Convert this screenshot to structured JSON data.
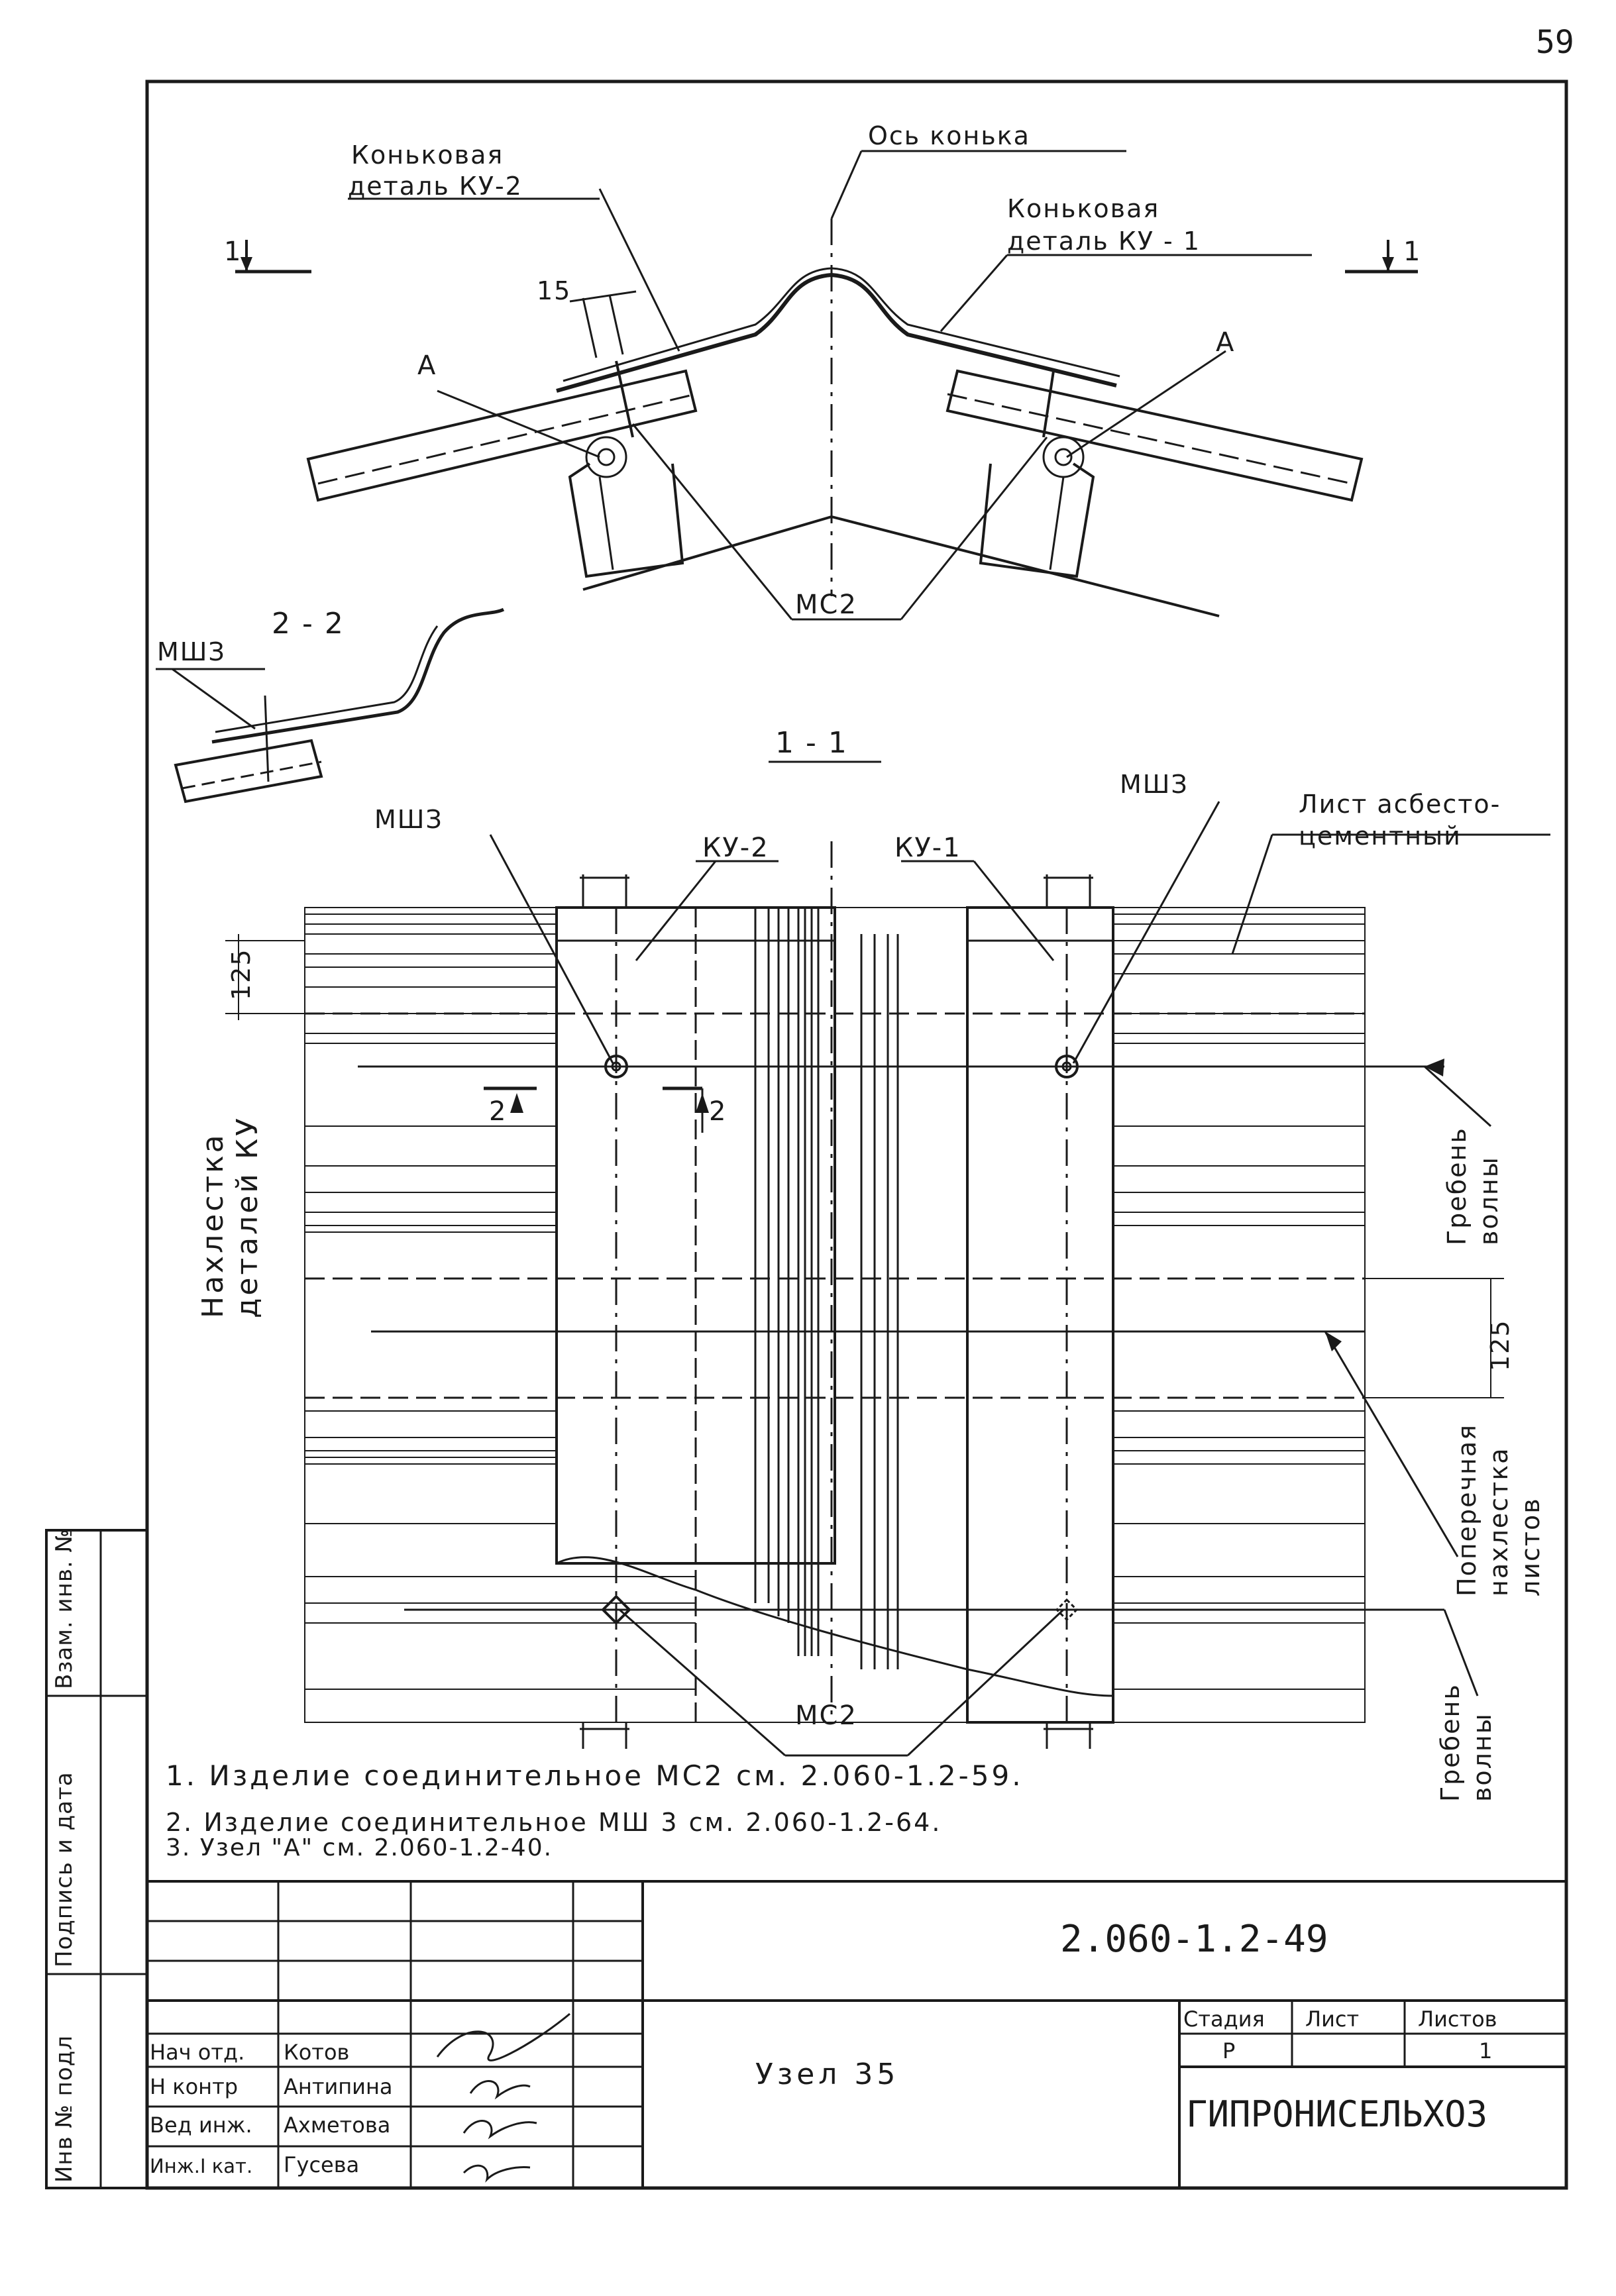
{
  "page_number": "59",
  "top_view": {
    "axis_label": "Ось конька",
    "detail_left": [
      "Коньковая",
      "деталь КУ-2"
    ],
    "detail_right": [
      "Коньковая",
      "деталь КУ - 1"
    ],
    "section_mark_left": "1",
    "section_mark_right": "1",
    "dim_15": "15",
    "node_a_left": "А",
    "node_a_right": "А",
    "ms2_label": "МС2"
  },
  "section_22": {
    "title": "2 - 2",
    "msh3_label": "МШЗ"
  },
  "section_11": {
    "title": "1 - 1",
    "msh3_left": "МШЗ",
    "msh3_right": "МШЗ",
    "ku2": "КУ-2",
    "ku1": "КУ-1",
    "sheet_label": [
      "Лист асбесто-",
      "цементный"
    ],
    "dim_125_top": "125",
    "dim_125_right": "125",
    "overlap_ku": [
      "Нахлестка",
      "деталей КУ"
    ],
    "crest_top": [
      "Гребень",
      "волны"
    ],
    "cross_overlap": [
      "Поперечная",
      "нахлестка",
      "листов"
    ],
    "crest_bottom": [
      "Гребень",
      "волны"
    ],
    "cut_left": "2",
    "cut_right": "2",
    "ms2_label": "МС2"
  },
  "notes": [
    "1. Изделие соединительное МС2 см. 2.060-1.2-59.",
    "2. Изделие соединительное МШ 3 см. 2.060-1.2-64.",
    "3. Узел \"А\" см. 2.060-1.2-40."
  ],
  "side_stamp": [
    "Инв № подл",
    "Подпись и дата",
    "Взам. инв. №"
  ],
  "title_block": {
    "doc_code": "2.060-1.2-49",
    "title": "Узел 35",
    "org": "ГИПРОНИСЕЛЬХОЗ",
    "stage_header": "Стадия",
    "sheet_header": "Лист",
    "sheets_header": "Листов",
    "stage": "Р",
    "sheet": "",
    "sheets": "1",
    "people": [
      {
        "role": "Нач отд.",
        "name": "Котов"
      },
      {
        "role": "Н контр",
        "name": "Антипина"
      },
      {
        "role": "Вед инж.",
        "name": "Ахметова"
      },
      {
        "role": "Инж.I кат.",
        "name": "Гусева"
      }
    ]
  }
}
